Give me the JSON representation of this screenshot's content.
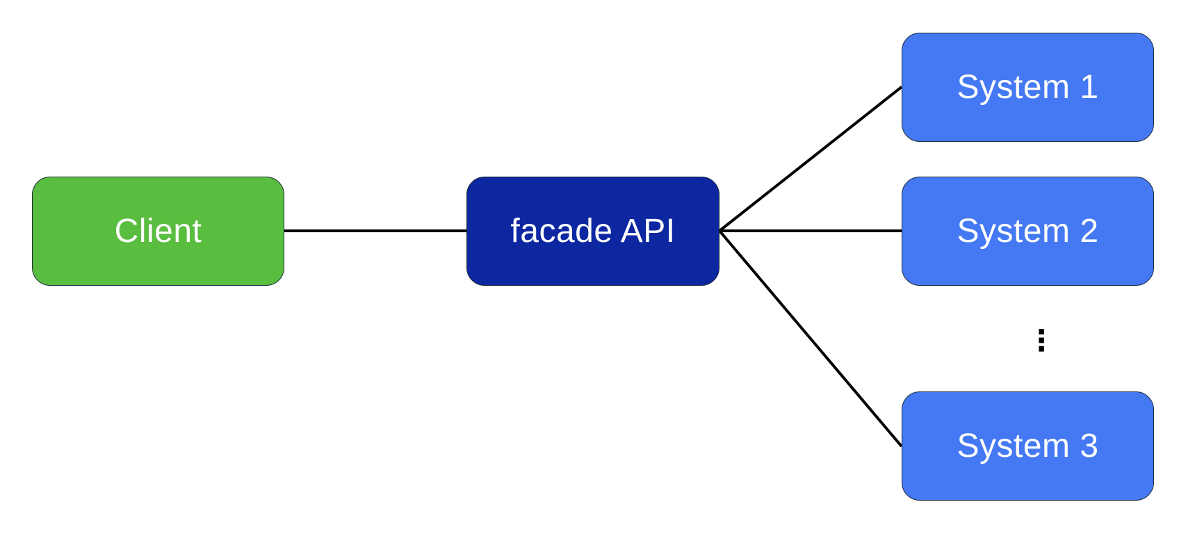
{
  "diagram": {
    "nodes": {
      "client": {
        "label": "Client",
        "color": "#59bd3f"
      },
      "facade": {
        "label": "facade API",
        "color": "#0d27a1"
      },
      "system_1": {
        "label": "System 1",
        "color": "#4479f3"
      },
      "system_2": {
        "label": "System 2",
        "color": "#4479f3"
      },
      "system_3": {
        "label": "System 3",
        "color": "#4479f3"
      }
    },
    "ellipsis": "⋮",
    "edges": [
      {
        "from": "client",
        "to": "facade"
      },
      {
        "from": "facade",
        "to": "system_1"
      },
      {
        "from": "facade",
        "to": "system_2"
      },
      {
        "from": "facade",
        "to": "system_3"
      }
    ],
    "edge_color": "#000000"
  }
}
